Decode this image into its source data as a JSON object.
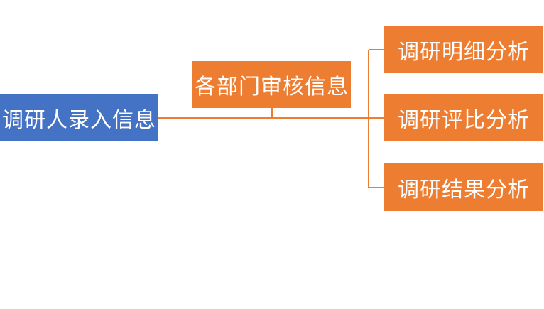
{
  "diagram": {
    "colors": {
      "root_fill": "#4472C4",
      "child_fill": "#ED7D31",
      "connector": "#ED7D31",
      "text": "#FFFFFF"
    },
    "root": {
      "label": "调研人录入信息"
    },
    "review": {
      "label": "各部门审核信息"
    },
    "outputs": [
      {
        "label": "调研明细分析"
      },
      {
        "label": "调研评比分析"
      },
      {
        "label": "调研结果分析"
      }
    ]
  }
}
